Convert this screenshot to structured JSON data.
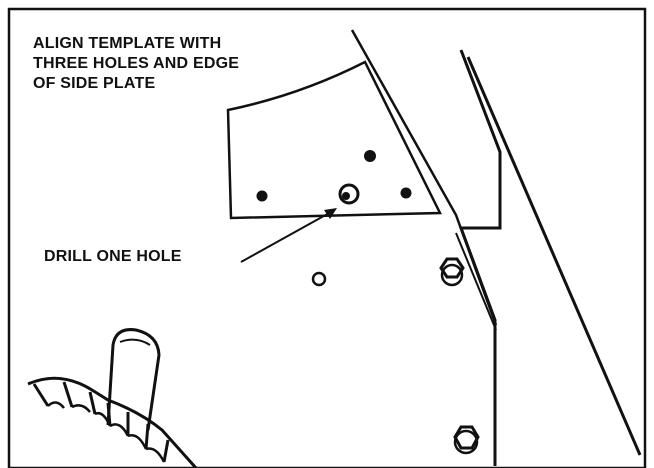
{
  "callouts": {
    "align_lines": [
      "ALIGN TEMPLATE WITH",
      "THREE HOLES AND EDGE",
      "OF SIDE PLATE"
    ],
    "drill": "DRILL ONE HOLE"
  },
  "colors": {
    "ink": "#111111",
    "paper": "#ffffff"
  }
}
